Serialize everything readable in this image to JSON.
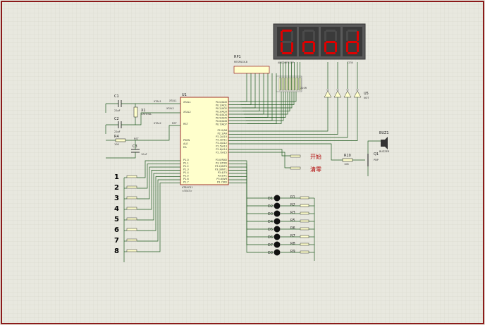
{
  "display": {
    "text": "Good",
    "color": "#e00000",
    "digit_pins": "1234",
    "segment_pins": "ABCDEFG DP"
  },
  "components": {
    "rp1": {
      "ref": "RP1",
      "value": "RESPACK-8"
    },
    "u1": {
      "ref": "U1",
      "value": "AT89C51",
      "sub": "<TEXT>"
    },
    "u5": {
      "ref": "U5",
      "value": "NOT"
    },
    "c1": {
      "ref": "C1",
      "value": "22pF"
    },
    "c2": {
      "ref": "C2",
      "value": "22pF"
    },
    "c3": {
      "ref": "C3",
      "value": "10uF"
    },
    "x1": {
      "ref": "X1",
      "value": "CRYSTAL"
    },
    "r4": {
      "ref": "R4",
      "value": "10K"
    },
    "r10": {
      "ref": "R10",
      "value": "10K"
    },
    "q1": {
      "ref": "Q1",
      "value": "PNP"
    },
    "buz1": {
      "ref": "BUZ1",
      "value": "BUZZER"
    },
    "resp": {
      "ref": "220R"
    }
  },
  "pins": {
    "xtal1": "XTAL1",
    "xtal2": "XTAL2",
    "rst": "RST",
    "psen": "PSEN",
    "ale": "ALE",
    "ea": "EA",
    "p0": [
      "P0.0/AD0",
      "P0.1/AD1",
      "P0.2/AD2",
      "P0.3/AD3",
      "P0.4/AD4",
      "P0.5/AD5",
      "P0.6/AD6",
      "P0.7/AD7"
    ],
    "p2": [
      "P2.0/A8",
      "P2.1/A9",
      "P2.2/A10",
      "P2.3/A11",
      "P2.4/A12",
      "P2.5/A13",
      "P2.6/A14",
      "P2.7/A15"
    ],
    "p1": [
      "P1.0",
      "P1.1",
      "P1.2",
      "P1.3",
      "P1.4",
      "P1.5",
      "P1.6",
      "P1.7"
    ],
    "p3": [
      "P3.0/RXD",
      "P3.1/TXD",
      "P3.2/INT0",
      "P3.3/INT1",
      "P3.4/T0",
      "P3.5/T1",
      "P3.6/WR",
      "P3.7/RD"
    ]
  },
  "net_labels": {
    "xtal1": "XTAL1",
    "xtal2": "XTAL2",
    "rst": "RST"
  },
  "buttons": {
    "start": "开始",
    "clear": "清零",
    "numbers": [
      "1",
      "2",
      "3",
      "4",
      "5",
      "6",
      "7",
      "8"
    ]
  },
  "leds": [
    "D1",
    "D2",
    "D3",
    "D4",
    "D5",
    "D6",
    "D7",
    "D8"
  ],
  "led_resistors": [
    "R1",
    "R2",
    "R3",
    "R5",
    "R6",
    "R7",
    "R8",
    "R9"
  ],
  "colors": {
    "background": "#e8e8df",
    "grid": "#d4d4c8",
    "frame": "#8b1a1a",
    "wire": "#1f5a1f",
    "body_fill": "#ffffcc",
    "body_stroke": "#8b0000"
  }
}
